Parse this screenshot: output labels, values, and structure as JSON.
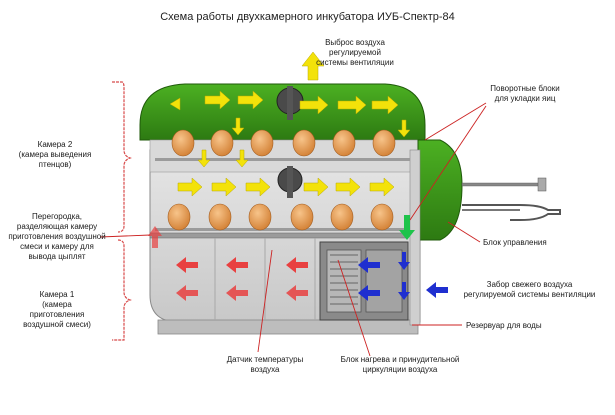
{
  "title": "Схема работы двухкамерного инкубатора ИУБ-Спектр-84",
  "labels": {
    "exhaust": [
      "Выброс воздуха",
      "регулируемой",
      "системы вентиляции"
    ],
    "rotary_blocks": [
      "Поворотные блоки",
      "для укладки яиц"
    ],
    "chamber2": [
      "Камера 2",
      "(камера выведения",
      "птенцов)"
    ],
    "partition": [
      "Перегородка,",
      "разделяющая камеру",
      "приготовления воздушной",
      "смеси и камеру для",
      "вывода цыплят"
    ],
    "chamber1": [
      "Камера 1",
      "(камера",
      "приготовления",
      "воздушной смеси)"
    ],
    "control_unit": [
      "Блок управления"
    ],
    "fresh_air": [
      "Забор свежего воздуха",
      "регулируемой системы вентиляции"
    ],
    "water_tank": [
      "Резервуар для воды"
    ],
    "temp_sensor": [
      "Датчик температуры",
      "воздуха"
    ],
    "heater": [
      "Блок нагрева и принудительной",
      "циркуляции воздуха"
    ]
  },
  "colors": {
    "body_green": "#3f9a1a",
    "body_green_dark": "#2c7410",
    "housing": "#dcdcdc",
    "egg": "#e9a15a",
    "arrow_yellow": "#f3e20a",
    "arrow_red": "#e84040",
    "arrow_blue": "#1f2fd0",
    "arrow_green": "#1ec34a",
    "leader_red": "#cc2222",
    "bracket_red": "#d84a4a"
  }
}
